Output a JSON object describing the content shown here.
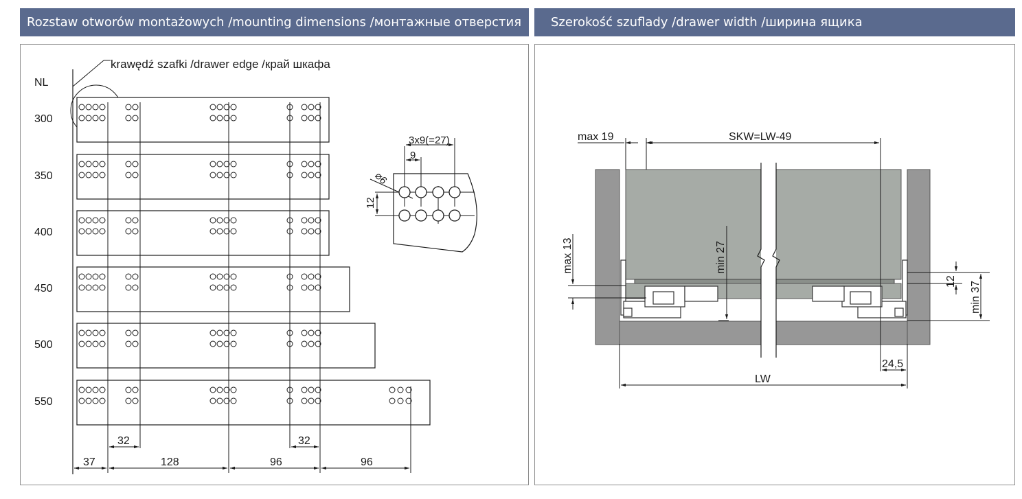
{
  "left_panel": {
    "title": "Rozstaw otworów montażowych /mounting dimensions /монтажные отверстия",
    "edge_label": "krawędź szafki /drawer edge /край шкафа",
    "nl_label": "NL",
    "rows": [
      "300",
      "350",
      "400",
      "450",
      "500",
      "550"
    ],
    "detail": {
      "span_label": "3x9(=27)",
      "pitch_label": "9",
      "diameter_label": "⌀6",
      "height_label": "12"
    },
    "dims": {
      "d32a": "32",
      "d32b": "32",
      "d37": "37",
      "d128": "128",
      "d96a": "96",
      "d96b": "96"
    }
  },
  "right_panel": {
    "title": "Szerokość szuflady /drawer width /ширина ящика",
    "labels": {
      "max19": "max 19",
      "skw": "SKW=LW-49",
      "max13": "max 13",
      "min27": "min 27",
      "d12": "12",
      "min37": "min 37",
      "d245": "24,5",
      "lw": "LW"
    }
  },
  "colors": {
    "header_bg": "#5a6a8e",
    "drawer_gray": "#a6aba6",
    "cabinet_gray": "#979797"
  }
}
